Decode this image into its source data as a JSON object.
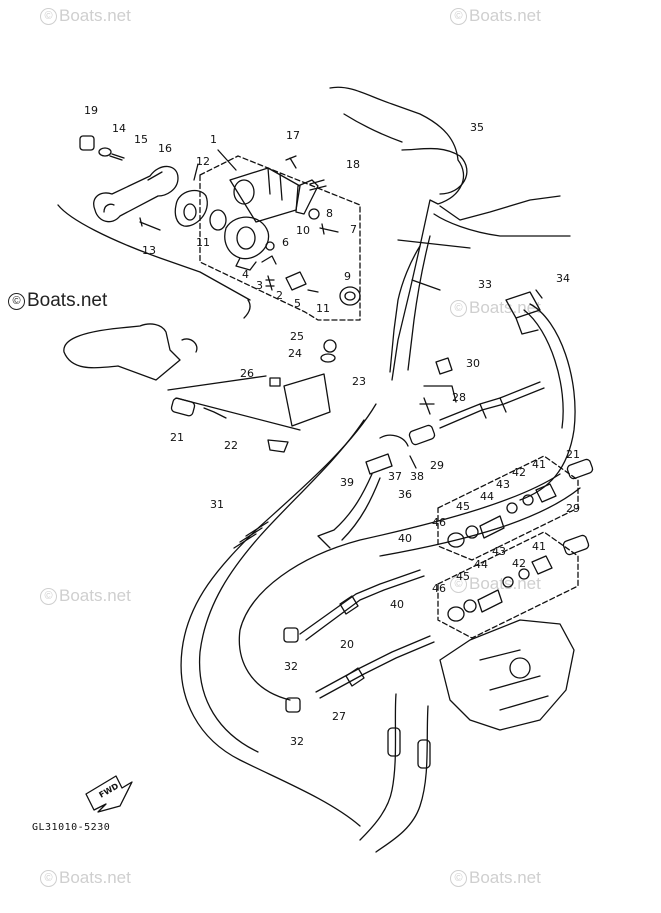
{
  "watermark": {
    "symbol": "©",
    "text": "Boats.net"
  },
  "diagram_code": "GL31010-5230",
  "fwd_label": "FWD",
  "part_labels": [
    {
      "id": "p19",
      "text": "19"
    },
    {
      "id": "p14",
      "text": "14"
    },
    {
      "id": "p15",
      "text": "15"
    },
    {
      "id": "p16",
      "text": "16"
    },
    {
      "id": "p1",
      "text": "1"
    },
    {
      "id": "p12",
      "text": "12"
    },
    {
      "id": "p17",
      "text": "17"
    },
    {
      "id": "p18",
      "text": "18"
    },
    {
      "id": "p8",
      "text": "8"
    },
    {
      "id": "p10",
      "text": "10"
    },
    {
      "id": "p7",
      "text": "7"
    },
    {
      "id": "p11a",
      "text": "11"
    },
    {
      "id": "p13",
      "text": "13"
    },
    {
      "id": "p6",
      "text": "6"
    },
    {
      "id": "p4",
      "text": "4"
    },
    {
      "id": "p3",
      "text": "3"
    },
    {
      "id": "p2",
      "text": "2"
    },
    {
      "id": "p5",
      "text": "5"
    },
    {
      "id": "p11b",
      "text": "11"
    },
    {
      "id": "p9",
      "text": "9"
    },
    {
      "id": "p35",
      "text": "35"
    },
    {
      "id": "p33",
      "text": "33"
    },
    {
      "id": "p34",
      "text": "34"
    },
    {
      "id": "p25",
      "text": "25"
    },
    {
      "id": "p24",
      "text": "24"
    },
    {
      "id": "p30",
      "text": "30"
    },
    {
      "id": "p26",
      "text": "26"
    },
    {
      "id": "p23",
      "text": "23"
    },
    {
      "id": "p28",
      "text": "28"
    },
    {
      "id": "p21a",
      "text": "21"
    },
    {
      "id": "p22",
      "text": "22"
    },
    {
      "id": "p29a",
      "text": "29"
    },
    {
      "id": "p37",
      "text": "37"
    },
    {
      "id": "p38",
      "text": "38"
    },
    {
      "id": "p39",
      "text": "39"
    },
    {
      "id": "p36",
      "text": "36"
    },
    {
      "id": "p21b",
      "text": "21"
    },
    {
      "id": "p42a",
      "text": "42"
    },
    {
      "id": "p41a",
      "text": "41"
    },
    {
      "id": "p43a",
      "text": "43"
    },
    {
      "id": "p44a",
      "text": "44"
    },
    {
      "id": "p45a",
      "text": "45"
    },
    {
      "id": "p31",
      "text": "31"
    },
    {
      "id": "p46a",
      "text": "46"
    },
    {
      "id": "p40a",
      "text": "40"
    },
    {
      "id": "p29b",
      "text": "29"
    },
    {
      "id": "p43b",
      "text": "43"
    },
    {
      "id": "p42b",
      "text": "42"
    },
    {
      "id": "p41b",
      "text": "41"
    },
    {
      "id": "p44b",
      "text": "44"
    },
    {
      "id": "p45b",
      "text": "45"
    },
    {
      "id": "p46b",
      "text": "46"
    },
    {
      "id": "p40b",
      "text": "40"
    },
    {
      "id": "p20",
      "text": "20"
    },
    {
      "id": "p32a",
      "text": "32"
    },
    {
      "id": "p27",
      "text": "27"
    },
    {
      "id": "p32b",
      "text": "32"
    }
  ]
}
